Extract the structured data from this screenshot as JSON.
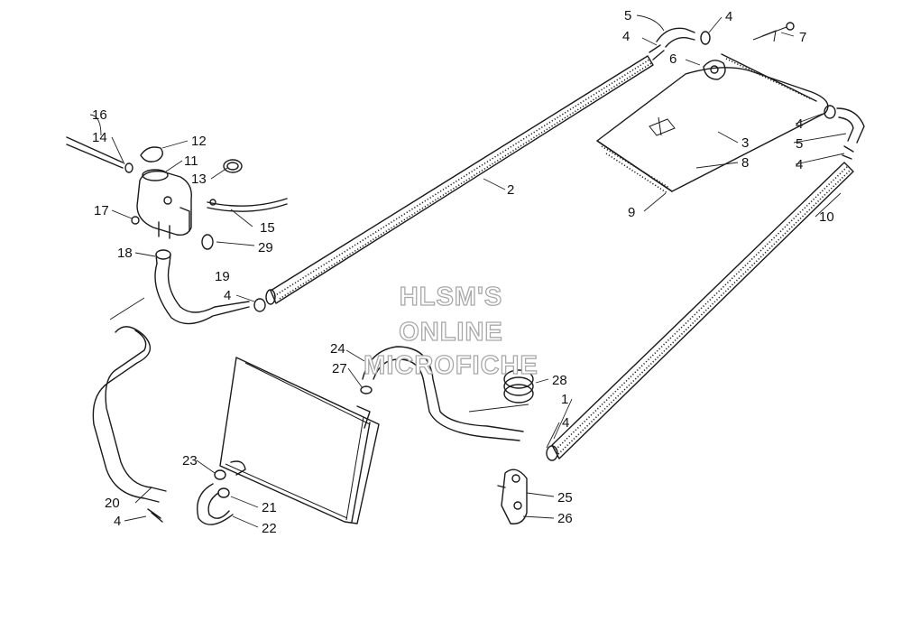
{
  "watermark": {
    "line1": "HLSM'S",
    "line2": "ONLINE",
    "line3": "MICROFICHE"
  },
  "callouts": [
    {
      "id": "c1",
      "text": "1"
    },
    {
      "id": "c2",
      "text": "2"
    },
    {
      "id": "c3",
      "text": "3"
    },
    {
      "id": "c4a",
      "text": "4"
    },
    {
      "id": "c4b",
      "text": "4"
    },
    {
      "id": "c4c",
      "text": "4"
    },
    {
      "id": "c4d",
      "text": "4"
    },
    {
      "id": "c4e",
      "text": "4"
    },
    {
      "id": "c4f",
      "text": "4"
    },
    {
      "id": "c4g",
      "text": "4"
    },
    {
      "id": "c5a",
      "text": "5"
    },
    {
      "id": "c5b",
      "text": "5"
    },
    {
      "id": "c6",
      "text": "6"
    },
    {
      "id": "c7",
      "text": "7"
    },
    {
      "id": "c8",
      "text": "8"
    },
    {
      "id": "c9",
      "text": "9"
    },
    {
      "id": "c10",
      "text": "10"
    },
    {
      "id": "c11",
      "text": "11"
    },
    {
      "id": "c12",
      "text": "12"
    },
    {
      "id": "c13",
      "text": "13"
    },
    {
      "id": "c14",
      "text": "14"
    },
    {
      "id": "c15",
      "text": "15"
    },
    {
      "id": "c16",
      "text": "16"
    },
    {
      "id": "c17",
      "text": "17"
    },
    {
      "id": "c18",
      "text": "18"
    },
    {
      "id": "c19",
      "text": "19"
    },
    {
      "id": "c20",
      "text": "20"
    },
    {
      "id": "c21",
      "text": "21"
    },
    {
      "id": "c22",
      "text": "22"
    },
    {
      "id": "c23",
      "text": "23"
    },
    {
      "id": "c24",
      "text": "24"
    },
    {
      "id": "c25",
      "text": "25"
    },
    {
      "id": "c26",
      "text": "26"
    },
    {
      "id": "c27",
      "text": "27"
    },
    {
      "id": "c28",
      "text": "28"
    },
    {
      "id": "c29",
      "text": "29"
    }
  ]
}
